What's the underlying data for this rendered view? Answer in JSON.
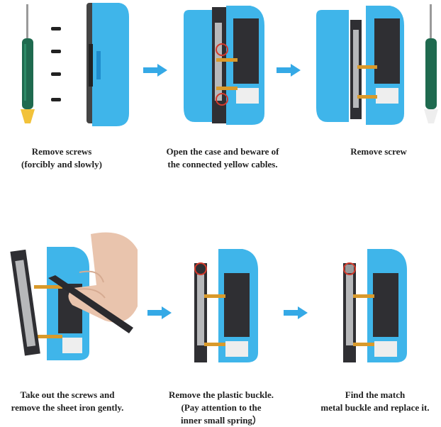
{
  "colors": {
    "shell": "#3fb5ea",
    "shell_dark": "#1f8ccc",
    "battery": "#2f2f33",
    "rail": "#b7b8ba",
    "flex": "#d99a2b",
    "arrow": "#35a9e6",
    "screwdriver": "#1f6a4f",
    "tip_yellow": "#f2c23a",
    "tip_white": "#eeeeee",
    "spring_red": "#d33a2c"
  },
  "steps": [
    {
      "lines": [
        "Remove screws",
        "(forcibly and slowly)"
      ]
    },
    {
      "lines": [
        "Open the case and beware of",
        "the connected yellow cables."
      ]
    },
    {
      "lines": [
        "Remove screw"
      ]
    },
    {
      "lines": [
        "Take out the screws and",
        "remove the sheet iron gently."
      ]
    },
    {
      "lines": [
        "Remove the plastic buckle.",
        "(Pay attention to the",
        "inner small spring）"
      ]
    },
    {
      "lines": [
        "Find the match",
        "metal buckle and replace it."
      ]
    }
  ]
}
